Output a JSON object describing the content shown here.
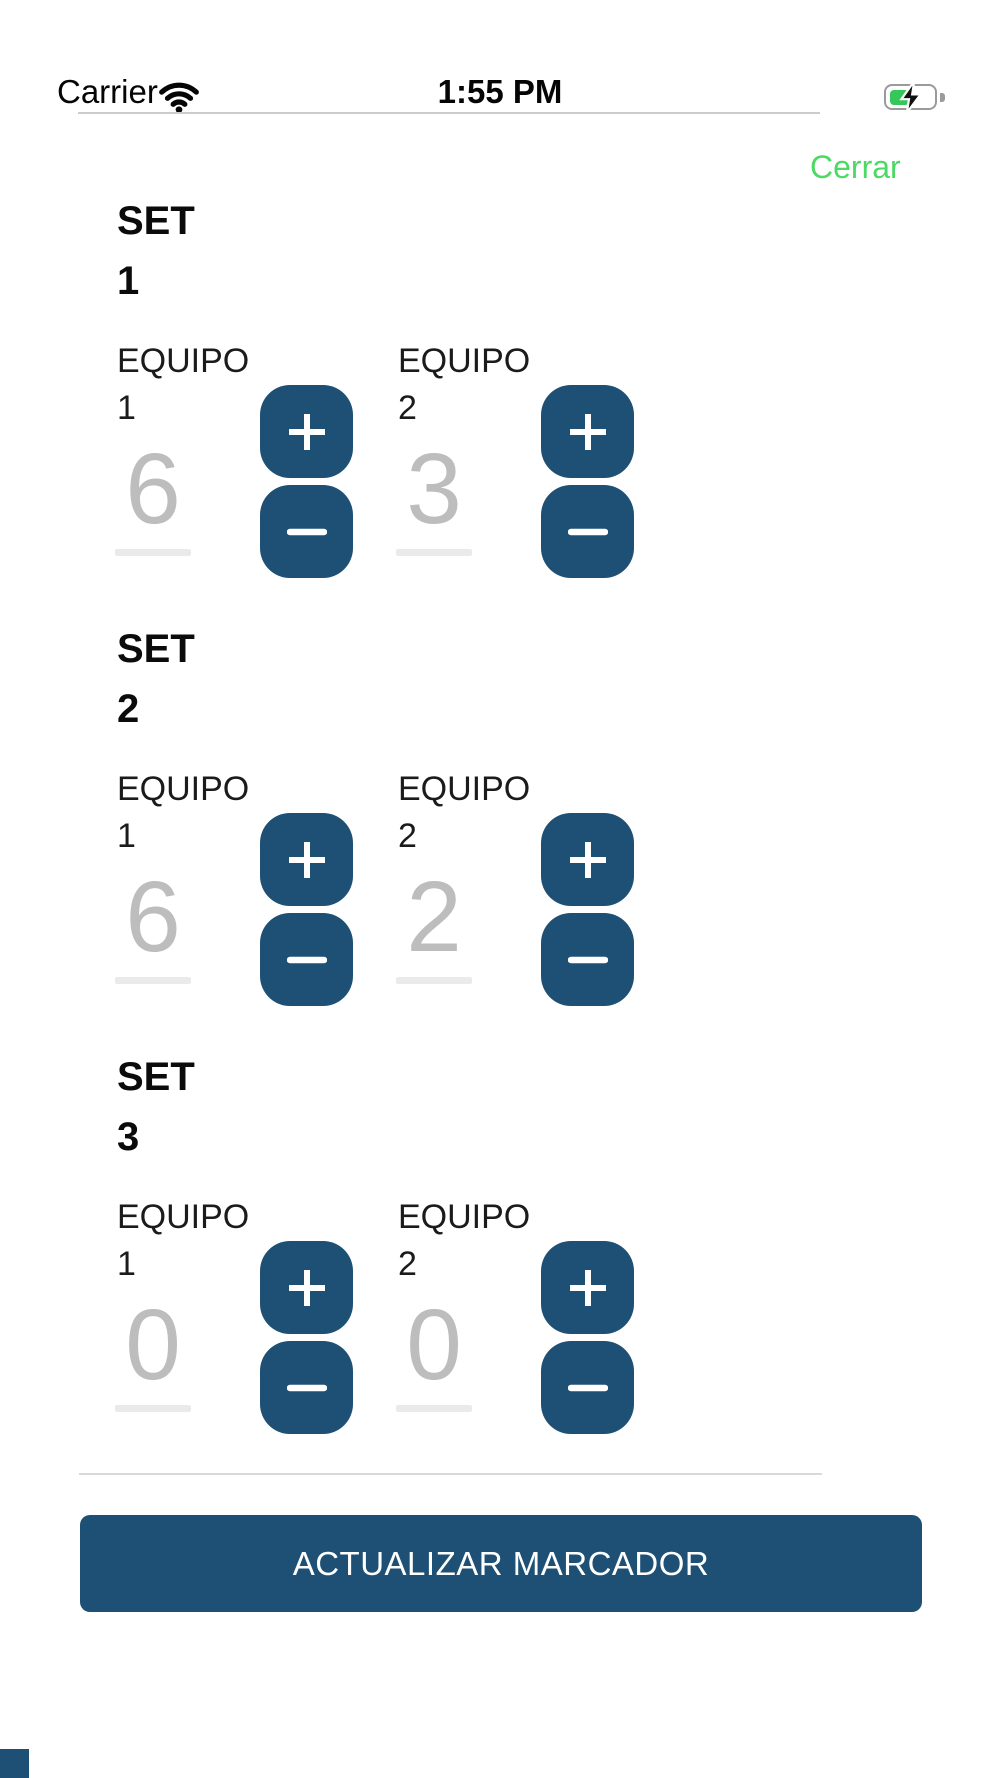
{
  "status_bar": {
    "carrier": "Carrier",
    "time": "1:55 PM",
    "icons": {
      "wifi": "wifi-icon",
      "battery": "battery-charging-icon"
    }
  },
  "modal": {
    "close_label": "Cerrar"
  },
  "scoreboard": {
    "sets": [
      {
        "title": "SET 1",
        "teams": [
          {
            "label": "EQUIPO 1",
            "score": "6"
          },
          {
            "label": "EQUIPO 2",
            "score": "3"
          }
        ]
      },
      {
        "title": "SET 2",
        "teams": [
          {
            "label": "EQUIPO 1",
            "score": "6"
          },
          {
            "label": "EQUIPO 2",
            "score": "2"
          }
        ]
      },
      {
        "title": "SET 3",
        "teams": [
          {
            "label": "EQUIPO 1",
            "score": "0"
          },
          {
            "label": "EQUIPO 2",
            "score": "0"
          }
        ]
      }
    ]
  },
  "controls": {
    "increment": "plus-icon",
    "decrement": "minus-icon"
  },
  "footer": {
    "submit_label": "ACTUALIZAR MARCADOR"
  },
  "colors": {
    "accent_blue": "#1d5074",
    "close_green": "#4cd964",
    "battery_green": "#35c759",
    "score_gray": "#bdbdbd",
    "underline_gray": "#eaeaea"
  }
}
